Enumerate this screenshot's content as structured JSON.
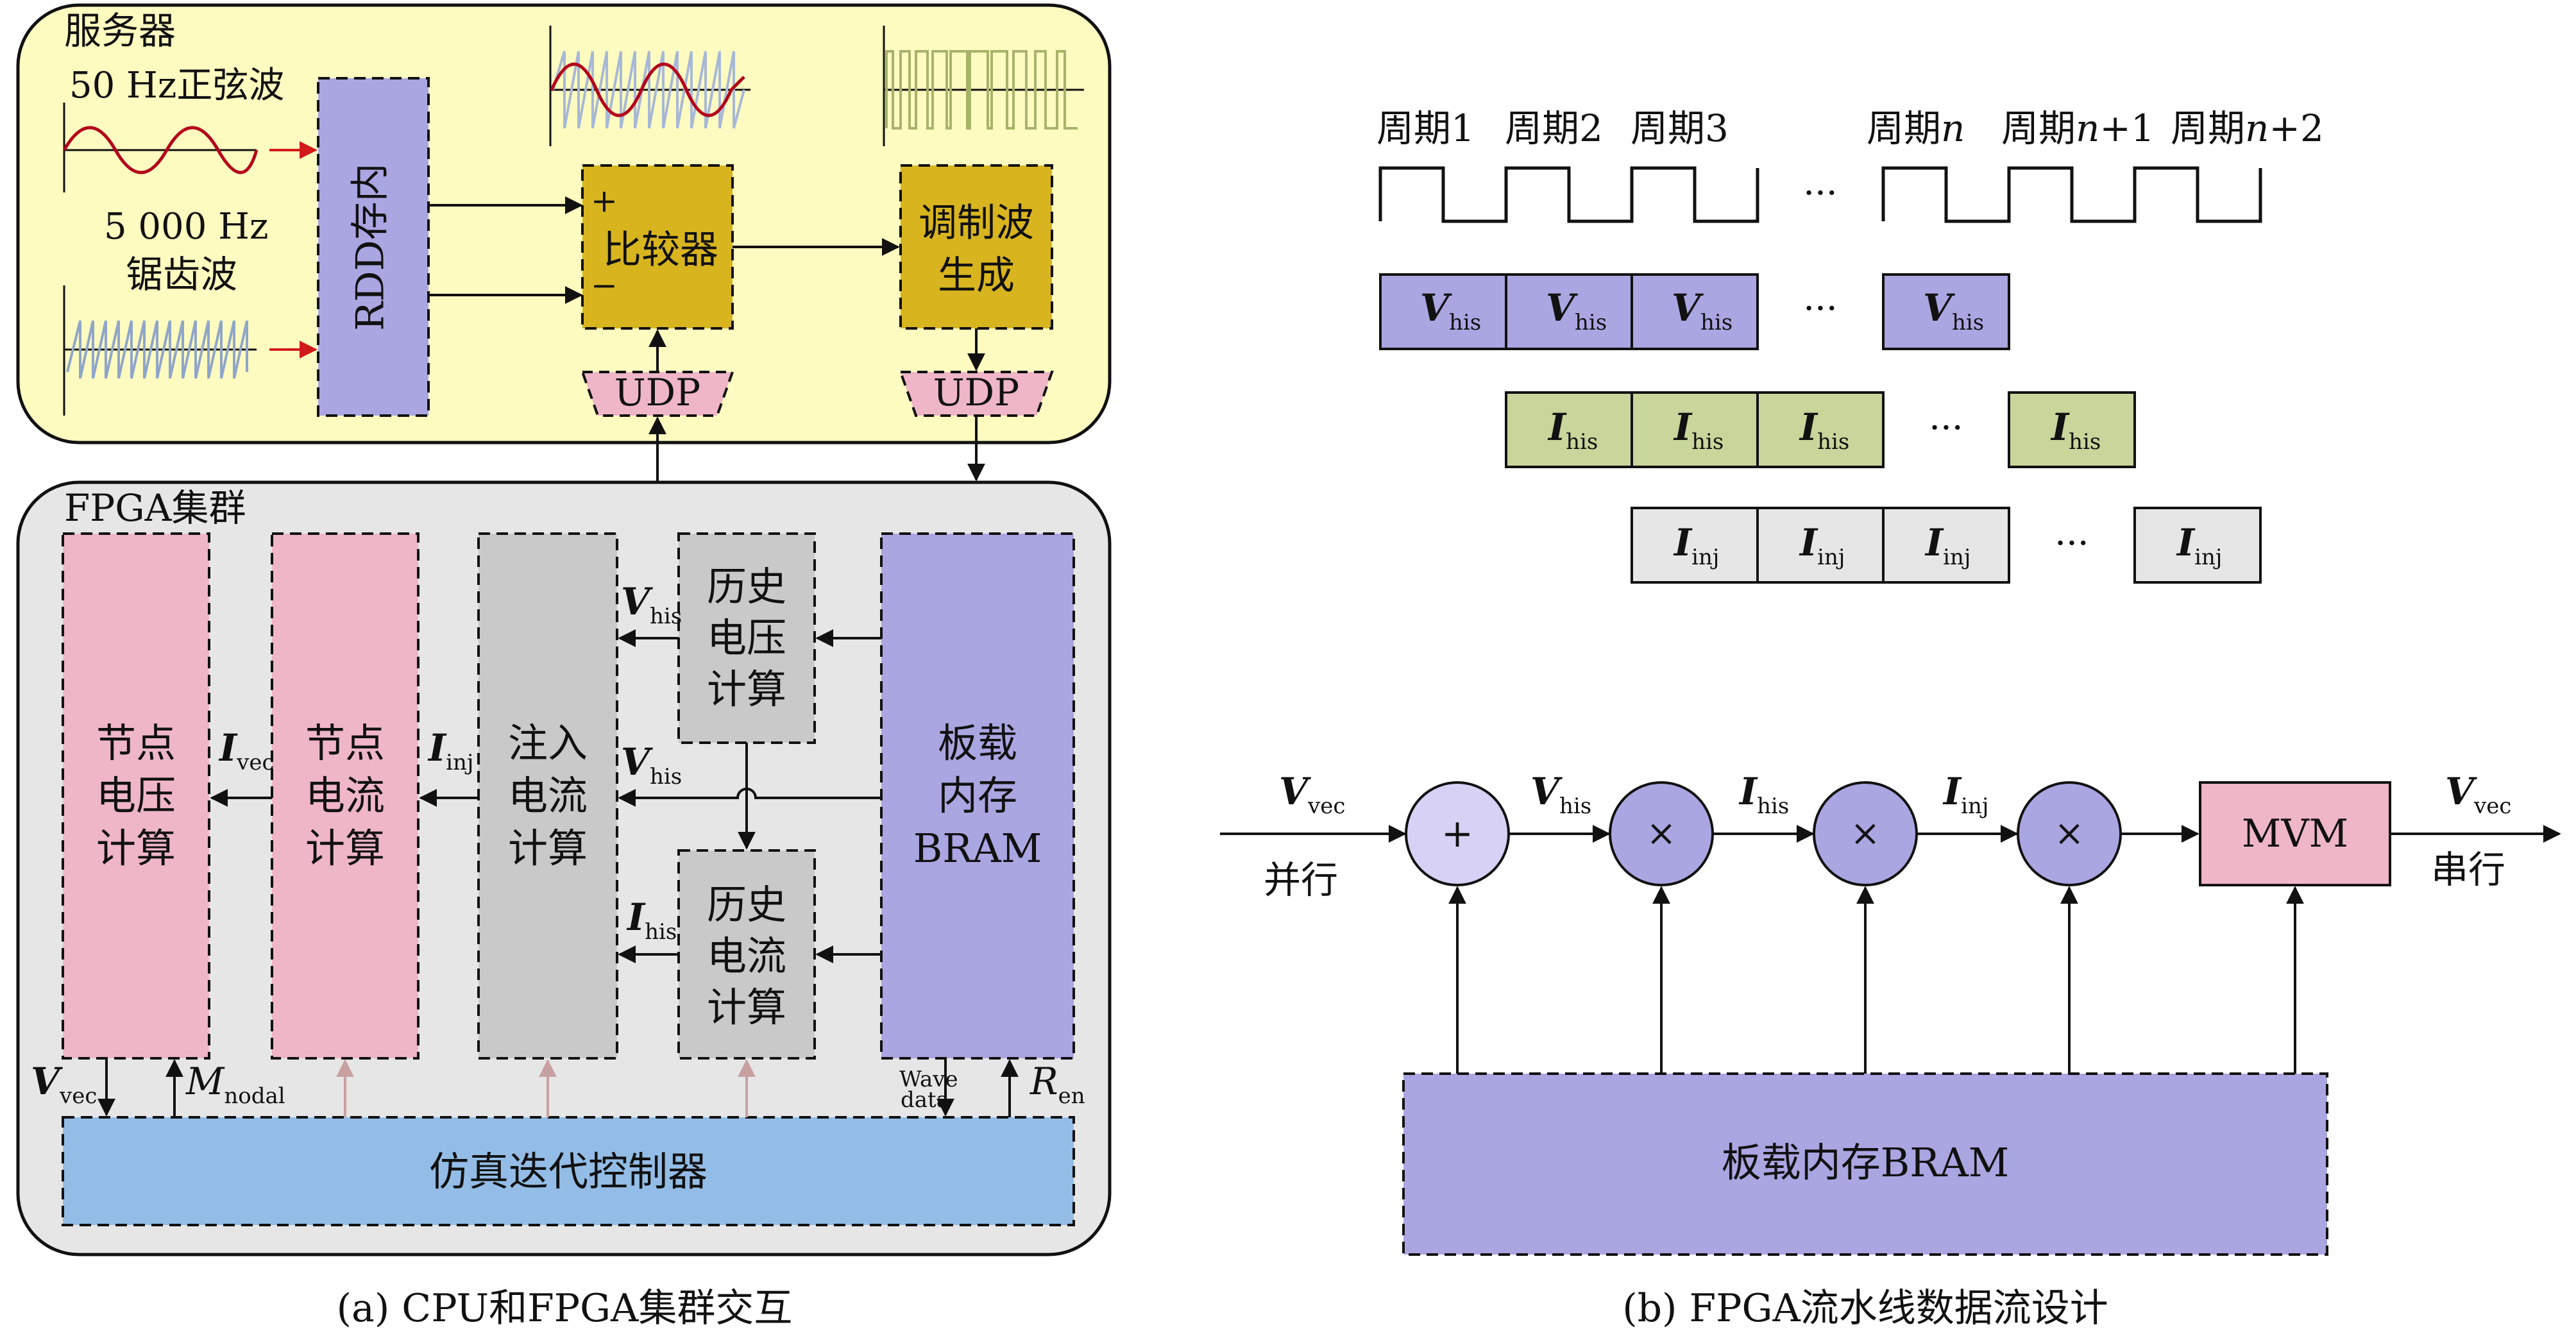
{
  "colors": {
    "server_bg": "#fdfbc0",
    "cluster_bg": "#e6e6e6",
    "purple": "#aaa6e2",
    "pink": "#efb6c8",
    "gray_block": "#c9c9c9",
    "olive": "#d8b41f",
    "blue": "#93bde6",
    "green": "#c8d59b",
    "light_gray": "#e6e6e6"
  },
  "panel_a": {
    "caption": "(a) CPU和FPGA集群交互",
    "server": {
      "title": "服务器",
      "sine_label": "50 Hz正弦波",
      "saw_label_1": "5 000 Hz",
      "saw_label_2": "锯齿波",
      "rdd_label": "RDD存内",
      "comparator": "比较器",
      "plus": "+",
      "minus": "−",
      "modgen_1": "调制波",
      "modgen_2": "生成",
      "udp_left": "UDP",
      "udp_right": "UDP"
    },
    "cluster": {
      "title": "FPGA集群",
      "node_voltage": [
        "节点",
        "电压",
        "计算"
      ],
      "node_current": [
        "节点",
        "电流",
        "计算"
      ],
      "inject_current": [
        "注入",
        "电流",
        "计算"
      ],
      "hist_voltage": [
        "历史",
        "电压",
        "计算"
      ],
      "hist_current": [
        "历史",
        "电流",
        "计算"
      ],
      "bram": [
        "板载",
        "内存",
        "BRAM"
      ],
      "controller": "仿真迭代控制器",
      "sig_ivec": "I",
      "sig_ivec_sub": "vec",
      "sig_iinj": "I",
      "sig_iinj_sub": "inj",
      "sig_vhis_top": "V",
      "sig_vhis_top_sub": "his",
      "sig_vhis_mid": "V",
      "sig_vhis_mid_sub": "his",
      "sig_ihis": "I",
      "sig_ihis_sub": "his",
      "sig_vvec": "V",
      "sig_vvec_sub": "vec",
      "sig_mnodal": "M",
      "sig_mnodal_sub": "nodal",
      "sig_wave_1": "Wave",
      "sig_wave_2": "data",
      "sig_ren": "R",
      "sig_ren_sub": "en"
    }
  },
  "panel_b": {
    "caption": "(b) FPGA流水线数据流设计",
    "periods": [
      {
        "base": "周期1",
        "var": ""
      },
      {
        "base": "周期2",
        "var": ""
      },
      {
        "base": "周期3",
        "var": ""
      },
      {
        "base": "周期",
        "var": "n"
      },
      {
        "base": "周期",
        "var": "n",
        "rest": "+1"
      },
      {
        "base": "周期",
        "var": "n",
        "rest": "+2"
      }
    ],
    "ellipsis": "···",
    "vhis_label": "V",
    "vhis_sub": "his",
    "ihis_label": "I",
    "ihis_sub": "his",
    "iinj_label": "I",
    "iinj_sub": "inj",
    "pipeline": {
      "in_label": "V",
      "in_sub": "vec",
      "in_mode": "并行",
      "plus": "+",
      "times": "×",
      "vhis": "V",
      "vhis_sub": "his",
      "ihis": "I",
      "ihis_sub": "his",
      "iinj": "I",
      "iinj_sub": "inj",
      "mvm": "MVM",
      "out_label": "V",
      "out_sub": "vec",
      "out_mode": "串行",
      "bram": "板载内存BRAM"
    }
  }
}
